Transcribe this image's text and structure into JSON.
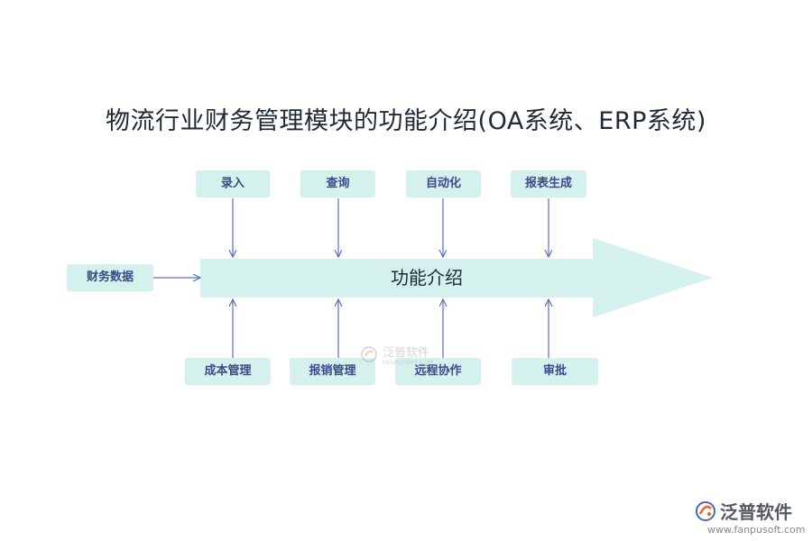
{
  "title": "物流行业财务管理模块的功能介绍(OA系统、ERP系统)",
  "center_label": "功能介绍",
  "input": "财务数据",
  "top_nodes": [
    "录入",
    "查询",
    "自动化",
    "报表生成"
  ],
  "bottom_nodes": [
    "成本管理",
    "报销管理",
    "远程协作",
    "审批"
  ],
  "watermark": {
    "name": "泛普软件",
    "sub": "FANPUSOFT.COM"
  },
  "brand": {
    "name": "泛普软件",
    "url": "www.fanpusoft.com"
  },
  "colors": {
    "box": "#d4f1ee",
    "arrow": "#d4f1ee",
    "line": "#5a6fc0",
    "text": "#3a4a8a"
  }
}
